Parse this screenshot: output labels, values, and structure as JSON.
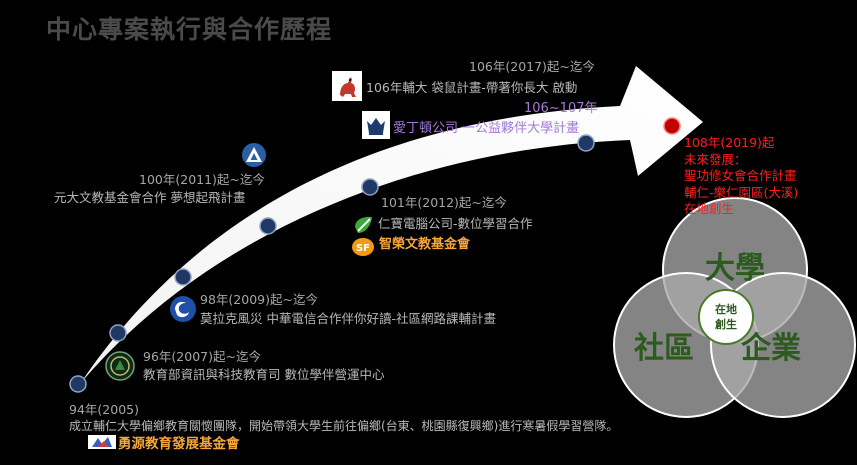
{
  "title": "中心專案執行與合作歷程",
  "colors": {
    "arrow_fill": "#ffffff",
    "node_fill": "#1f3864",
    "future_node": "#c00000",
    "venn_fill": "#aaaaaa",
    "venn_text_green": "#2d5a1e"
  },
  "icons": {
    "kangaroo": "kangaroo-logo-icon",
    "crown": "crown-crest-logo-icon",
    "triangle": "triangle-logo-icon",
    "leaf": "green-leaf-logo-icon",
    "sf": "sf-foundation-logo-icon",
    "swirl": "blue-swirl-logo-icon",
    "seal": "ministry-seal-logo-icon",
    "flag": "foundation-flag-logo-icon"
  },
  "milestones": {
    "m94": {
      "year": "94年(2005)",
      "desc": "成立輔仁大學偏鄉教育關懷團隊，開始帶領大學生前往偏鄉(台東、桃園縣復興鄉)進行寒暑假學習營隊。",
      "partner": "勇源教育發展基金會"
    },
    "m96": {
      "year": "96年(2007)起~迄今",
      "desc": "教育部資訊與科技教育司 數位學伴營運中心"
    },
    "m98": {
      "year": "98年(2009)起~迄今",
      "desc": "莫拉克風災 中華電信合作伴你好讀-社區網路課輔計畫"
    },
    "m100": {
      "year": "100年(2011)起~迄今",
      "desc": "元大文教基金會合作 夢想起飛計畫"
    },
    "m101": {
      "year": "101年(2012)起~迄今",
      "desc": "仁寶電腦公司-數位學習合作",
      "partner": "智榮文教基金會"
    },
    "m106a": {
      "year": "106年(2017)起~迄今",
      "desc": "106年輔大 袋鼠計畫-帶著你長大 啟動"
    },
    "m106b": {
      "year": "106~107年",
      "desc": "愛丁頓公司 一公益夥伴大學計畫"
    },
    "future": {
      "year": "108年(2019)起",
      "label": "未來發展：",
      "lines": [
        "聖功修女會合作計畫",
        "輔仁-樂仁園區(大溪)",
        "在地創生"
      ]
    }
  },
  "venn": {
    "top": "大學",
    "left": "社區",
    "right": "企業",
    "center_line1": "在地",
    "center_line2": "創生"
  }
}
